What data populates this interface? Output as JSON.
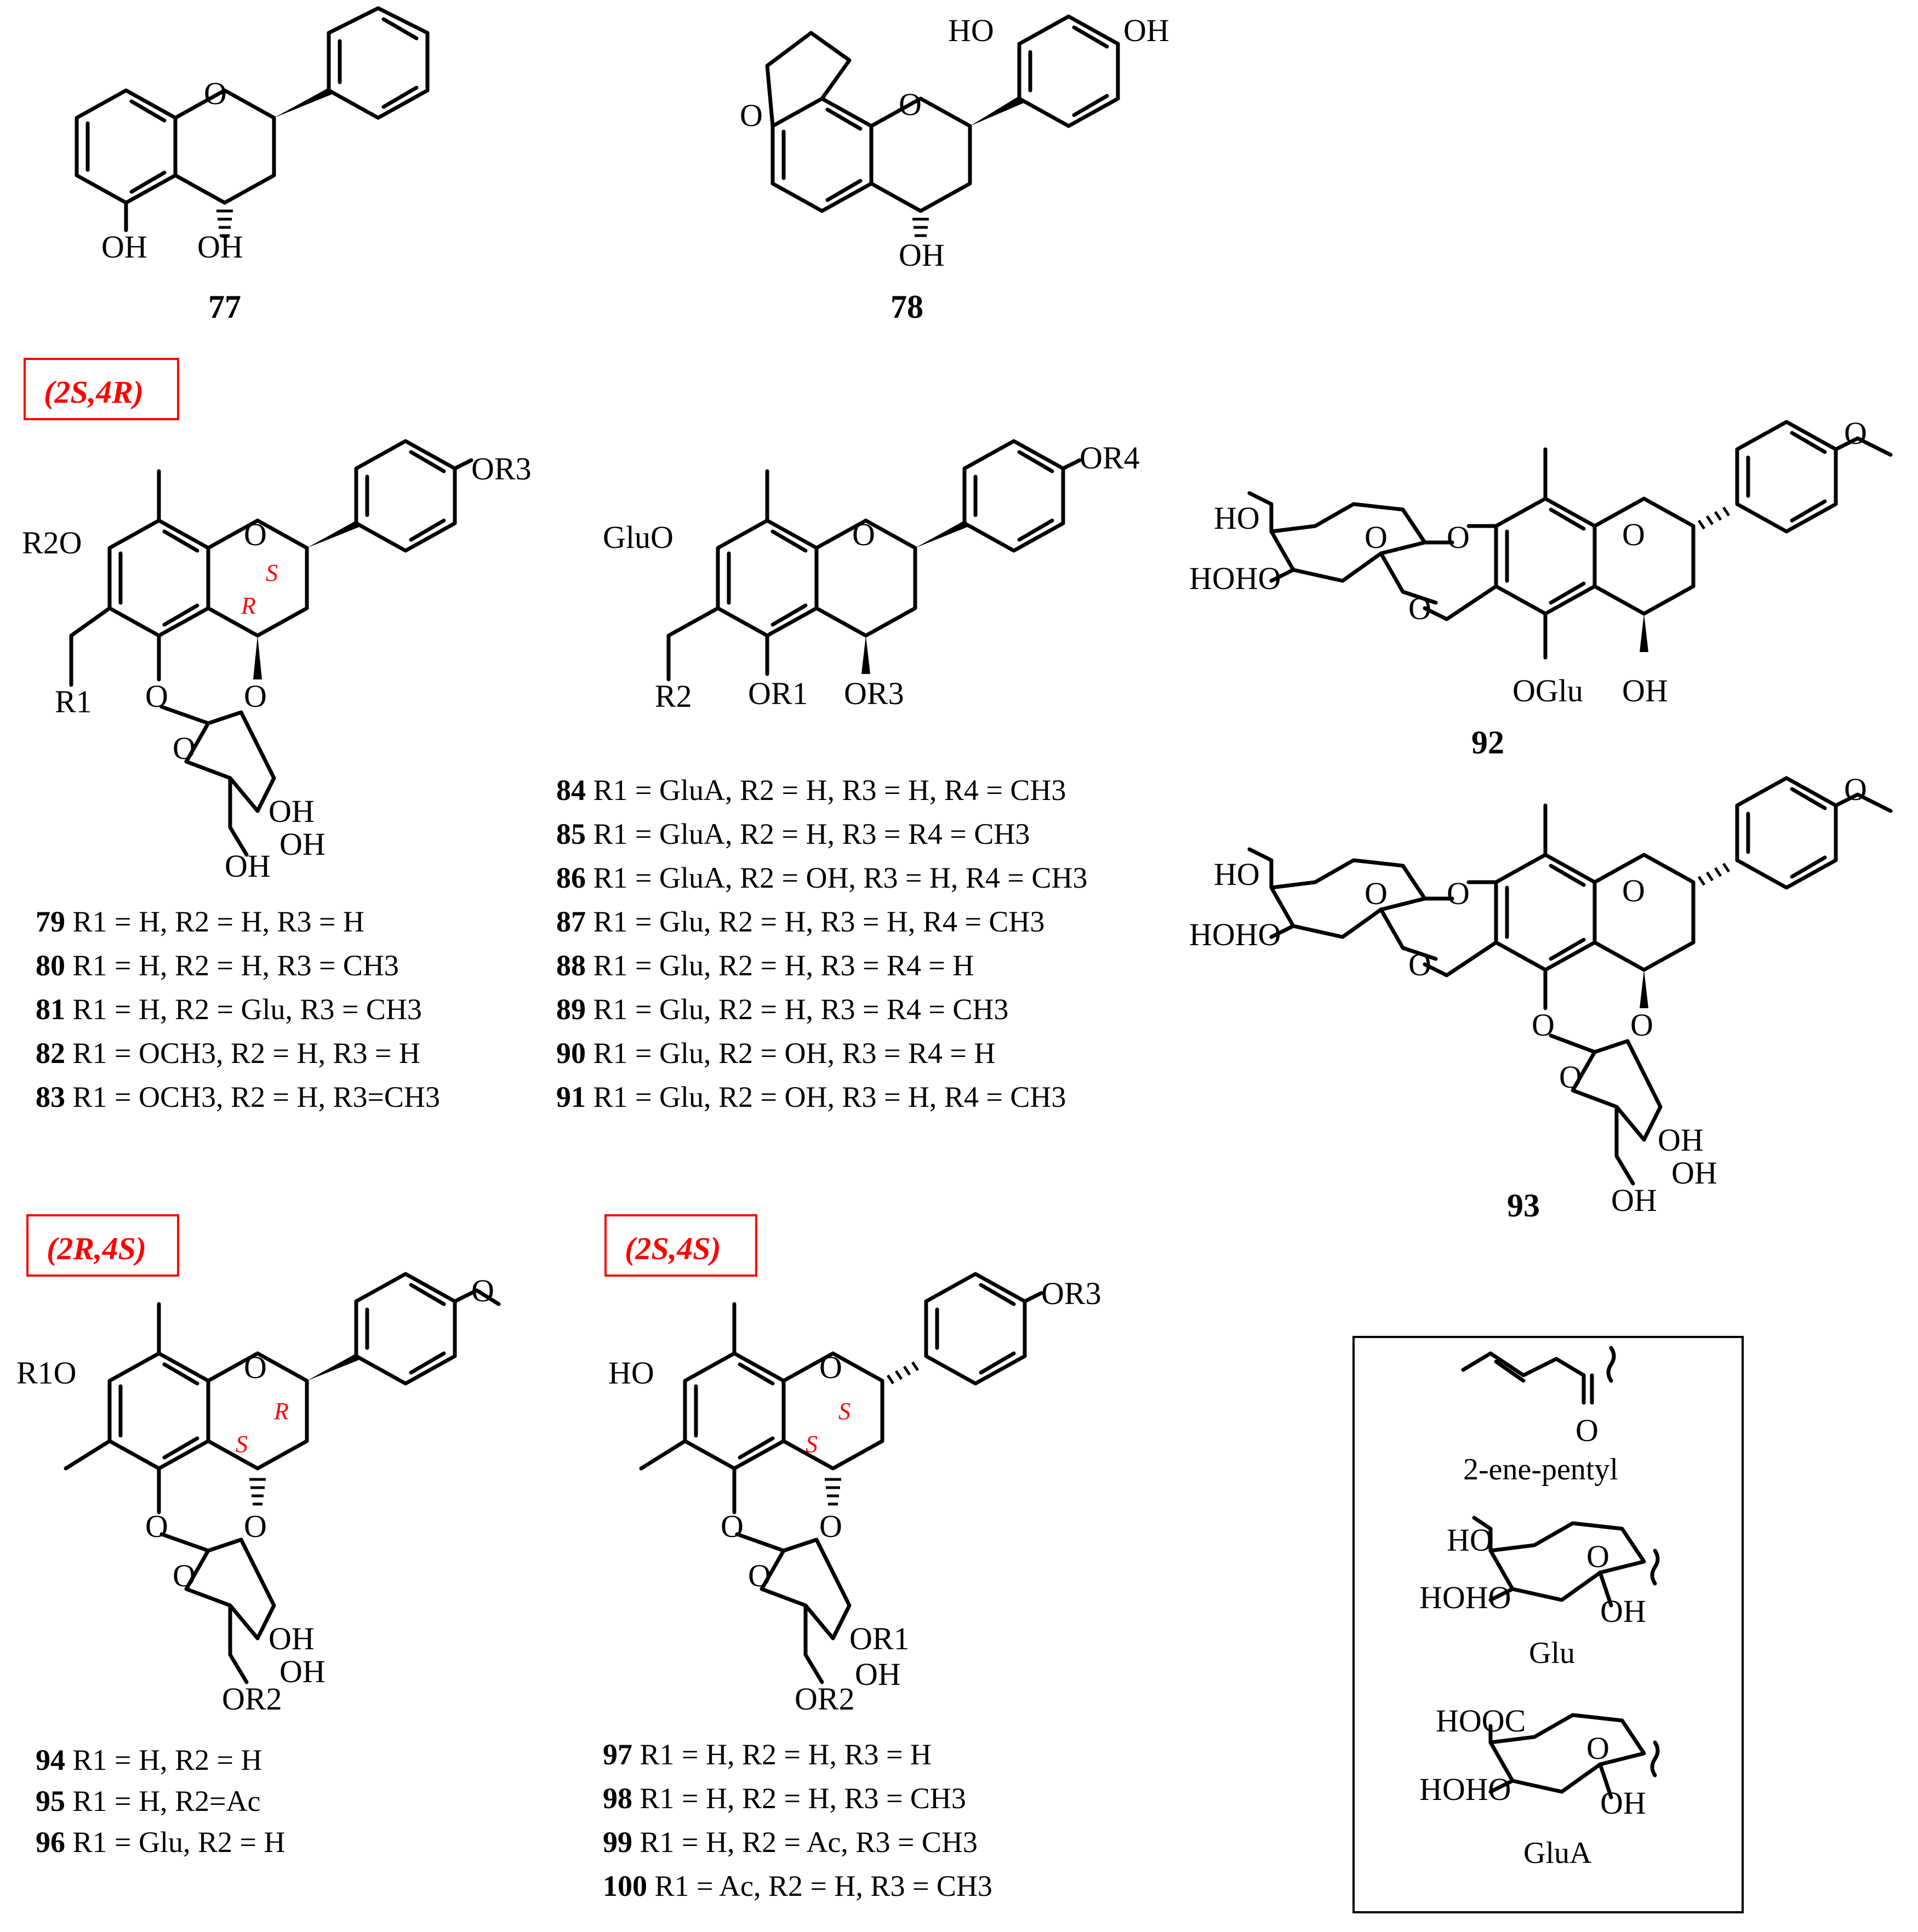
{
  "compounds": {
    "c77": {
      "id": "77"
    },
    "c78": {
      "id": "78"
    },
    "c92": {
      "id": "92"
    },
    "c93": {
      "id": "93"
    }
  },
  "stereo_labels": {
    "s1": "(2S,4R)",
    "s2": "(2R,4S)",
    "s3": "(2S,4S)"
  },
  "atom_labels": {
    "OH": "OH",
    "O": "O",
    "HO": "HO",
    "HOHO": "HOHO",
    "R1": "R1",
    "R2": "R2",
    "R2O": "R2O",
    "R1O": "R1O",
    "OR1": "OR1",
    "OR2": "OR2",
    "OR3": "OR3",
    "OR4": "OR4",
    "GluO": "GluO",
    "OGlu": "OGlu",
    "HOOC": "HOOC",
    "S": "S",
    "R": "R"
  },
  "legend_79_83": [
    {
      "num": "79",
      "text": "R1 = H, R2 = H, R3 = H"
    },
    {
      "num": "80",
      "text": "R1 = H, R2 = H, R3 = CH3"
    },
    {
      "num": "81",
      "text": "R1 = H, R2 = Glu, R3 = CH3"
    },
    {
      "num": "82",
      "text": "R1 = OCH3, R2 = H, R3 = H"
    },
    {
      "num": "83",
      "text": "R1 = OCH3, R2 = H, R3=CH3"
    }
  ],
  "legend_84_91": [
    {
      "num": "84",
      "text": "R1 = GluA, R2 = H, R3 = H, R4 = CH3"
    },
    {
      "num": "85",
      "text": "R1 = GluA, R2 = H, R3 = R4 = CH3"
    },
    {
      "num": "86",
      "text": "R1 = GluA, R2 = OH, R3 = H, R4 = CH3"
    },
    {
      "num": "87",
      "text": "R1 = Glu, R2 = H, R3 = H, R4 = CH3"
    },
    {
      "num": "88",
      "text": "R1 = Glu, R2 = H, R3 = R4 = H"
    },
    {
      "num": "89",
      "text": "R1 = Glu, R2 = H, R3 = R4 = CH3"
    },
    {
      "num": "90",
      "text": "R1 = Glu, R2 = OH, R3 = R4 = H"
    },
    {
      "num": "91",
      "text": "R1 = Glu, R2 = OH, R3 = H, R4 = CH3"
    }
  ],
  "legend_94_96": [
    {
      "num": "94",
      "text": "R1 = H, R2 = H"
    },
    {
      "num": "95",
      "text": "R1 = H, R2=Ac"
    },
    {
      "num": "96",
      "text": "R1 = Glu, R2 = H"
    }
  ],
  "legend_97_100": [
    {
      "num": "97",
      "text": "R1 = H, R2 = H, R3 = H"
    },
    {
      "num": "98",
      "text": "R1 = H, R2 = H, R3 = CH3"
    },
    {
      "num": "99",
      "text": "R1 = H, R2 = Ac, R3 = CH3"
    },
    {
      "num": "100",
      "text": "R1 = Ac, R2 = H, R3 = CH3"
    }
  ],
  "substituent_key": {
    "pentenyl": "2-ene-pentyl",
    "glu": "Glu",
    "glua": "GluA"
  }
}
